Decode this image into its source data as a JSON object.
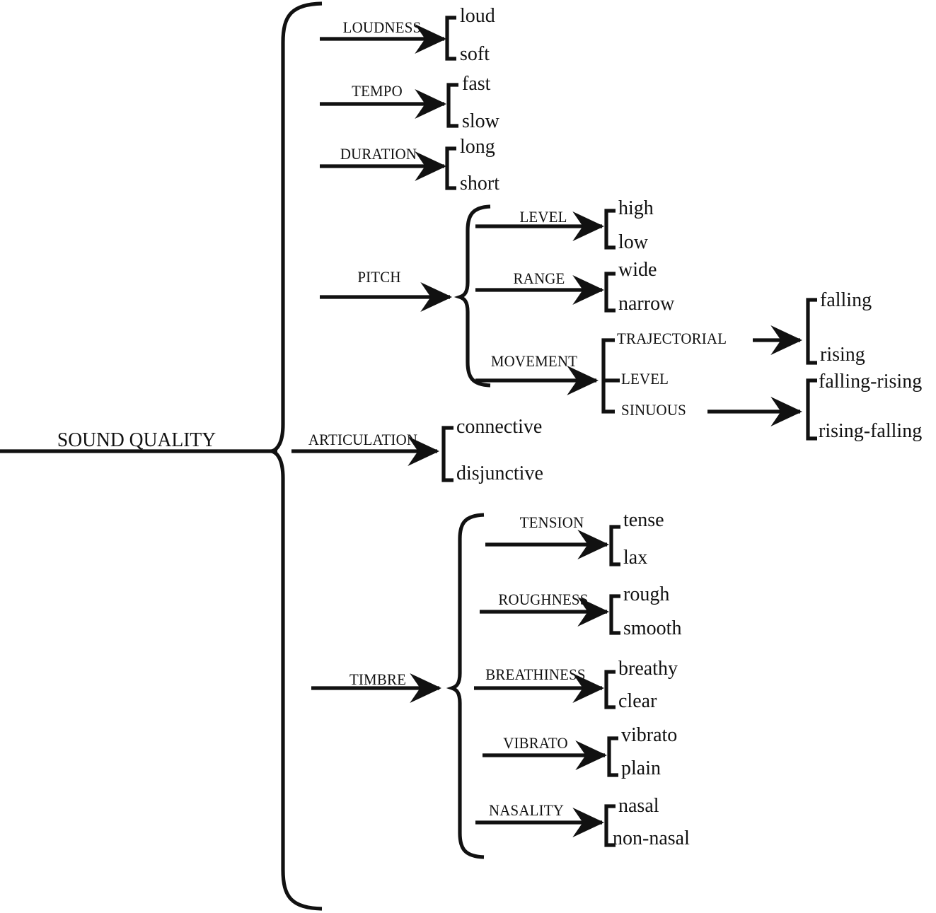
{
  "diagram": {
    "kind": "system-network",
    "title_node": "SOUND QUALITY",
    "root": {
      "label": "SOUND QUALITY"
    },
    "systems": {
      "loudness": {
        "name": "LOUDNESS",
        "features": [
          "loud",
          "soft"
        ]
      },
      "tempo": {
        "name": "TEMPO",
        "features": [
          "fast",
          "slow"
        ]
      },
      "duration": {
        "name": "DURATION",
        "features": [
          "long",
          "short"
        ]
      },
      "pitch": {
        "name": "PITCH"
      },
      "pitch_level": {
        "name": "LEVEL",
        "features": [
          "high",
          "low"
        ]
      },
      "pitch_range": {
        "name": "RANGE",
        "features": [
          "wide",
          "narrow"
        ]
      },
      "pitch_movement": {
        "name": "MOVEMENT",
        "features": [
          "TRAJECTORIAL",
          "LEVEL",
          "SINUOUS"
        ]
      },
      "trajectorial": {
        "name": "TRAJECTORIAL",
        "features": [
          "falling",
          "rising"
        ]
      },
      "movement_level": {
        "name": "LEVEL"
      },
      "sinuous": {
        "name": "SINUOUS",
        "features": [
          "falling-rising",
          "rising-falling"
        ]
      },
      "articulation": {
        "name": "ARTICULATION",
        "features": [
          "connective",
          "disjunctive"
        ]
      },
      "timbre": {
        "name": "TIMBRE"
      },
      "tension": {
        "name": "TENSION",
        "features": [
          "tense",
          "lax"
        ]
      },
      "roughness": {
        "name": "ROUGHNESS",
        "features": [
          "rough",
          "smooth"
        ]
      },
      "breathiness": {
        "name": "BREATHINESS",
        "features": [
          "breathy",
          "clear"
        ]
      },
      "vibrato": {
        "name": "VIBRATO",
        "features": [
          "vibrato",
          "plain"
        ]
      },
      "nasality": {
        "name": "NASALITY",
        "features": [
          "nasal",
          "non-nasal"
        ]
      }
    },
    "colors": {
      "ink": "#111111",
      "background": "#ffffff"
    }
  }
}
